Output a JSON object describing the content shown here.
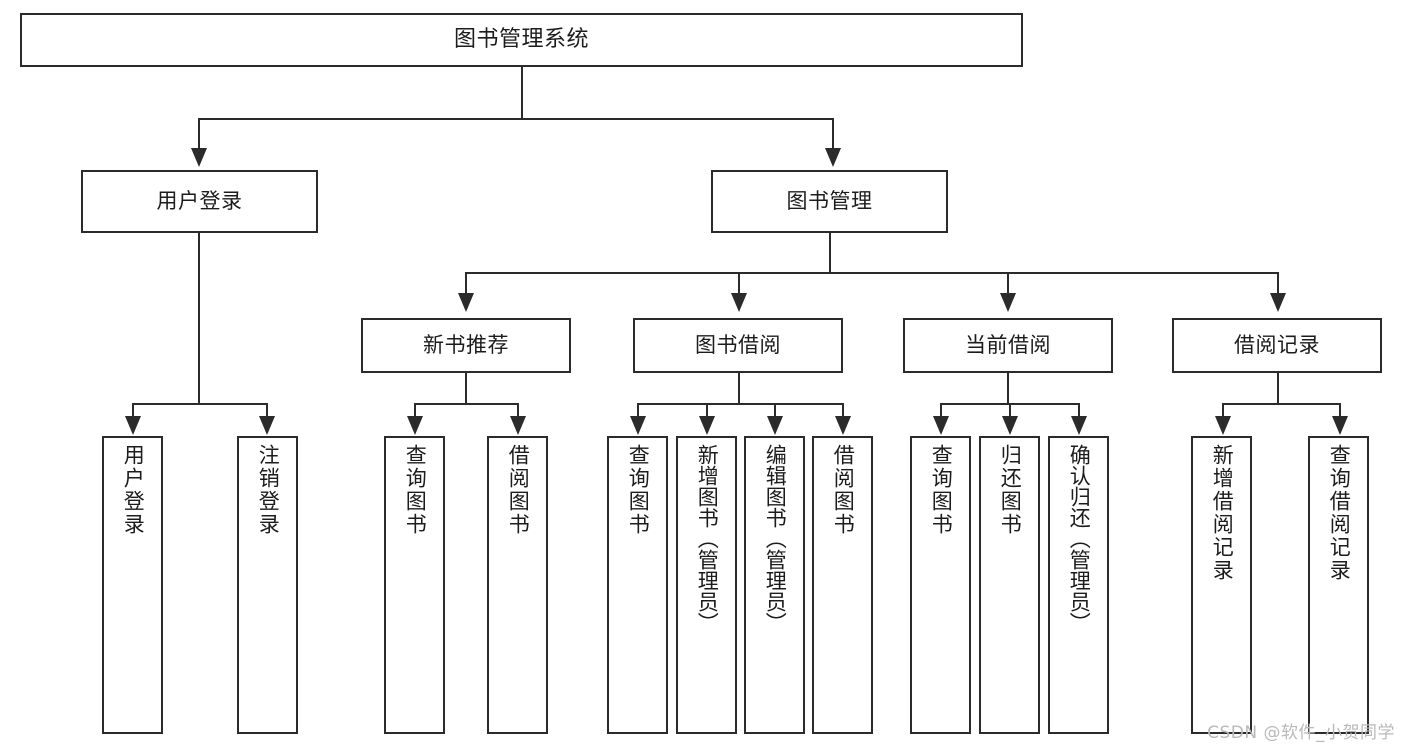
{
  "diagram": {
    "kind": "functional-structure-tree",
    "title": "图书管理系统",
    "watermark": "CSDN @软件_小贺同学",
    "colors": {
      "background": "#ffffff",
      "stroke": "#2b2b2b",
      "text": "#1c1c1c",
      "watermark": "#b9b9b9"
    }
  },
  "nodes": {
    "root": {
      "label": "图书管理系统"
    },
    "level2": [
      {
        "label": "用户登录"
      },
      {
        "label": "图书管理"
      }
    ],
    "level3": [
      {
        "label": "新书推荐"
      },
      {
        "label": "图书借阅"
      },
      {
        "label": "当前借阅"
      },
      {
        "label": "借阅记录"
      }
    ],
    "leaves": {
      "user_login": [
        {
          "label": "用户登录"
        },
        {
          "label": "注销登录"
        }
      ],
      "new_book_recommend": [
        {
          "label": "查询图书"
        },
        {
          "label": "借阅图书"
        }
      ],
      "book_borrow": [
        {
          "label": "查询图书"
        },
        {
          "label": "新增图书（管理员）"
        },
        {
          "label": "编辑图书（管理员）"
        },
        {
          "label": "借阅图书"
        }
      ],
      "current_borrow": [
        {
          "label": "查询图书"
        },
        {
          "label": "归还图书"
        },
        {
          "label": "确认归还（管理员）"
        }
      ],
      "borrow_record": [
        {
          "label": "新增借阅记录"
        },
        {
          "label": "查询借阅记录"
        }
      ]
    }
  }
}
